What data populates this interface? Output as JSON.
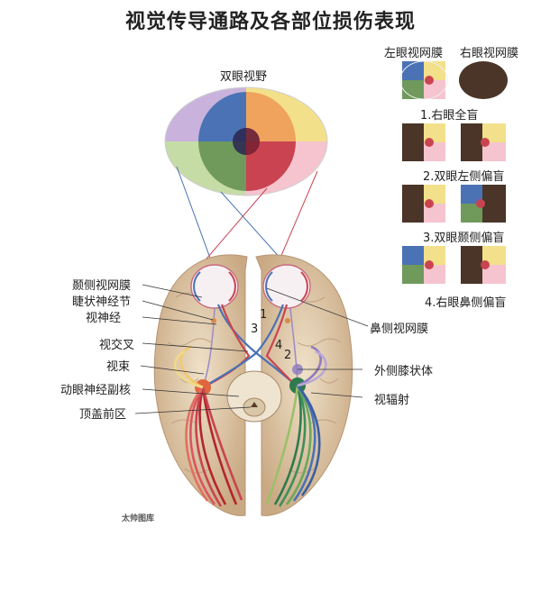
{
  "title": "视觉传导通路及各部位损伤表现",
  "visual_field_label": "双眼视野",
  "retina_headers": {
    "left": "左眼视网膜",
    "right": "右眼视网膜"
  },
  "lesions": [
    {
      "label": "1.右眼全盲"
    },
    {
      "label": "2.双眼左侧偏盲"
    },
    {
      "label": "3.双眼颞侧偏盲"
    },
    {
      "label": "4.右眼鼻侧偏盲"
    }
  ],
  "left_labels": [
    "颞侧视网膜",
    "睫状神经节",
    "视神经",
    "视交叉",
    "视束",
    "动眼神经副核",
    "顶盖前区"
  ],
  "right_labels": [
    "鼻侧视网膜",
    "外侧膝状体",
    "视辐射"
  ],
  "lesion_numbers": [
    "1",
    "2",
    "3",
    "4"
  ],
  "watermark": "太帅图库",
  "colors": {
    "blue": "#4a72b5",
    "orange": "#f0a35c",
    "yellow": "#f3e08a",
    "purple": "#c9b3dc",
    "green": "#6f9a5c",
    "light_green": "#c5dca6",
    "red": "#c94450",
    "pink": "#f5c4cf",
    "dark_blind": "#4a3528",
    "brain": "#d9c3a3"
  }
}
